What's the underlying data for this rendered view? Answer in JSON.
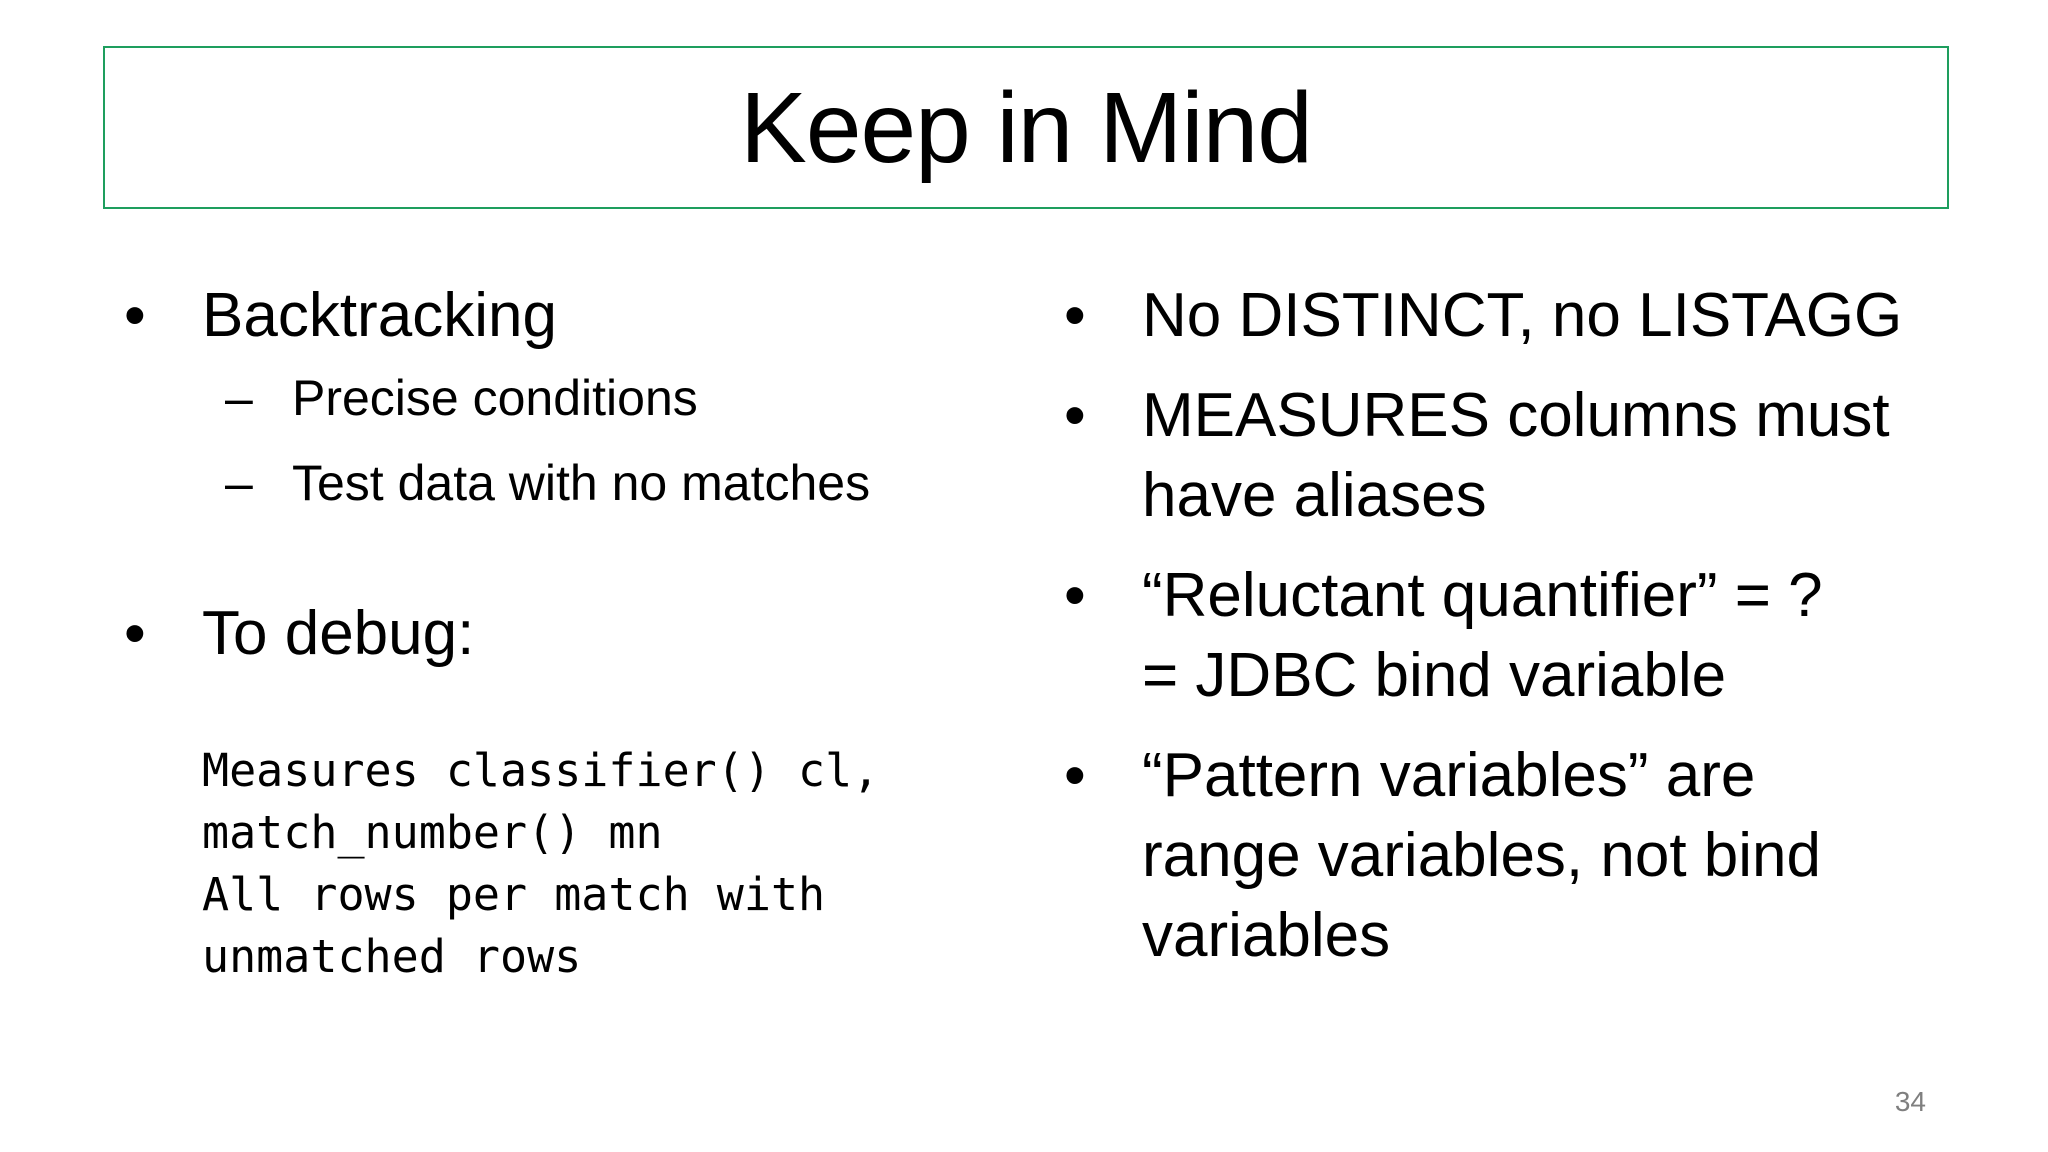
{
  "slide": {
    "title": "Keep in Mind",
    "page_number": "34",
    "accent_color": "#1e9e5e",
    "bullet_glyph": "•",
    "dash_glyph": "–"
  },
  "left": {
    "bullet1": "Backtracking",
    "sub1": "Precise conditions",
    "sub2": "Test data with no matches",
    "bullet2": "To debug:",
    "code_lines": [
      "Measures classifier() cl,",
      "match_number() mn",
      "All rows per match with",
      "unmatched rows"
    ]
  },
  "right": {
    "items": [
      {
        "lines": [
          "No DISTINCT, no LISTAGG"
        ]
      },
      {
        "lines": [
          "MEASURES columns must",
          "have aliases"
        ]
      },
      {
        "lines": [
          "“Reluctant quantifier” = ?",
          "= JDBC bind variable"
        ]
      },
      {
        "lines": [
          "“Pattern variables” are",
          "range variables, not bind",
          "variables"
        ]
      }
    ]
  }
}
